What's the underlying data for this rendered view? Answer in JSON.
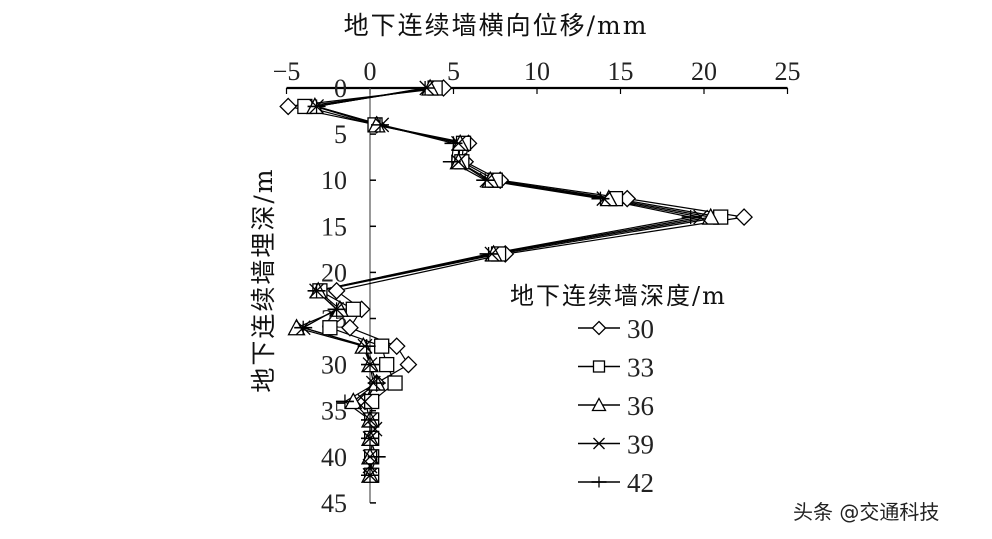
{
  "chart_data": {
    "type": "line",
    "title": "地下连续墙横向位移/mm",
    "xlabel": "地下连续墙横向位移/mm",
    "ylabel": "地下连续墙埋深/m",
    "x_ticks": [
      -5,
      0,
      5,
      10,
      15,
      20,
      25
    ],
    "y_ticks": [
      0,
      5,
      10,
      15,
      20,
      25,
      30,
      35,
      40,
      45
    ],
    "xlim": [
      -5,
      25
    ],
    "ylim": [
      0,
      45
    ],
    "y_inverted": true,
    "x_axis_position": "top",
    "legend_title": "地下连续墙深度/m",
    "legend_position": "right",
    "grid": false,
    "depths": [
      0,
      2,
      4,
      6,
      8,
      10,
      12,
      14,
      18,
      22,
      24,
      26,
      28,
      30,
      32,
      34,
      36,
      37,
      38,
      40,
      41,
      42
    ],
    "series": [
      {
        "name": "30",
        "marker": "diamond",
        "points": [
          [
            4.4,
            0
          ],
          [
            -4.9,
            2
          ],
          [
            0.4,
            4
          ],
          [
            5.9,
            6
          ],
          [
            5.7,
            8
          ],
          [
            7.8,
            10
          ],
          [
            15.4,
            12
          ],
          [
            22.4,
            14
          ],
          [
            8.1,
            18
          ],
          [
            -2.0,
            22
          ],
          [
            -0.5,
            24
          ],
          [
            -1.2,
            26
          ],
          [
            1.6,
            28
          ],
          [
            2.3,
            30
          ],
          [
            0.4,
            32
          ],
          [
            -0.3,
            34
          ]
        ]
      },
      {
        "name": "33",
        "marker": "square",
        "points": [
          [
            3.9,
            0
          ],
          [
            -3.9,
            2
          ],
          [
            0.3,
            4
          ],
          [
            5.6,
            6
          ],
          [
            5.5,
            8
          ],
          [
            7.5,
            10
          ],
          [
            14.7,
            12
          ],
          [
            21.0,
            14
          ],
          [
            7.7,
            18
          ],
          [
            -3.0,
            22
          ],
          [
            -1.0,
            24
          ],
          [
            -2.4,
            26
          ],
          [
            0.7,
            28
          ],
          [
            1.0,
            30
          ],
          [
            1.5,
            32
          ],
          [
            0.1,
            34
          ],
          [
            0.1,
            36
          ],
          [
            0.1,
            38
          ],
          [
            0.1,
            40
          ],
          [
            0.1,
            42
          ]
        ]
      },
      {
        "name": "36",
        "marker": "triangle",
        "points": [
          [
            3.6,
            0
          ],
          [
            -3.3,
            2
          ],
          [
            0.4,
            4
          ],
          [
            5.4,
            6
          ],
          [
            5.3,
            8
          ],
          [
            7.2,
            10
          ],
          [
            14.3,
            12
          ],
          [
            20.4,
            14
          ],
          [
            7.4,
            18
          ],
          [
            -3.1,
            22
          ],
          [
            -1.8,
            24
          ],
          [
            -4.4,
            26
          ],
          [
            -0.4,
            28
          ],
          [
            0.0,
            30
          ],
          [
            0.4,
            32
          ],
          [
            -1.0,
            34
          ],
          [
            0.0,
            36
          ],
          [
            0.0,
            38
          ],
          [
            0.0,
            40
          ],
          [
            0.0,
            42
          ]
        ]
      },
      {
        "name": "39",
        "marker": "x",
        "points": [
          [
            3.4,
            0
          ],
          [
            -3.2,
            2
          ],
          [
            0.7,
            4
          ],
          [
            5.3,
            6
          ],
          [
            5.3,
            8
          ],
          [
            7.0,
            10
          ],
          [
            14.0,
            12
          ],
          [
            19.8,
            14
          ],
          [
            7.3,
            18
          ],
          [
            -3.2,
            22
          ],
          [
            -2.0,
            24
          ],
          [
            -4.0,
            26
          ],
          [
            -0.3,
            28
          ],
          [
            0.0,
            30
          ],
          [
            0.2,
            32
          ],
          [
            -0.3,
            34
          ],
          [
            0.0,
            36
          ],
          [
            0.3,
            37
          ],
          [
            0.0,
            38
          ],
          [
            0.0,
            40
          ],
          [
            0.0,
            41
          ],
          [
            0.0,
            42
          ]
        ]
      },
      {
        "name": "42",
        "marker": "plus",
        "points": [
          [
            3.3,
            0
          ],
          [
            -3.2,
            2
          ],
          [
            0.6,
            4
          ],
          [
            5.0,
            6
          ],
          [
            4.9,
            8
          ],
          [
            6.9,
            10
          ],
          [
            13.8,
            12
          ],
          [
            19.2,
            14
          ],
          [
            7.1,
            18
          ],
          [
            -3.2,
            22
          ],
          [
            -2.0,
            24
          ],
          [
            -4.0,
            26
          ],
          [
            -0.2,
            28
          ],
          [
            0.0,
            30
          ],
          [
            0.4,
            32
          ],
          [
            -1.5,
            34
          ],
          [
            0.0,
            36
          ],
          [
            0.0,
            38
          ],
          [
            0.4,
            40
          ],
          [
            0.0,
            42
          ]
        ]
      }
    ]
  },
  "labels": {
    "title": "地下连续墙横向位移/mm",
    "ylabel": "地下连续墙埋深/m",
    "legend_title": "地下连续墙深度/m",
    "watermark": "头条 @交通科技"
  }
}
